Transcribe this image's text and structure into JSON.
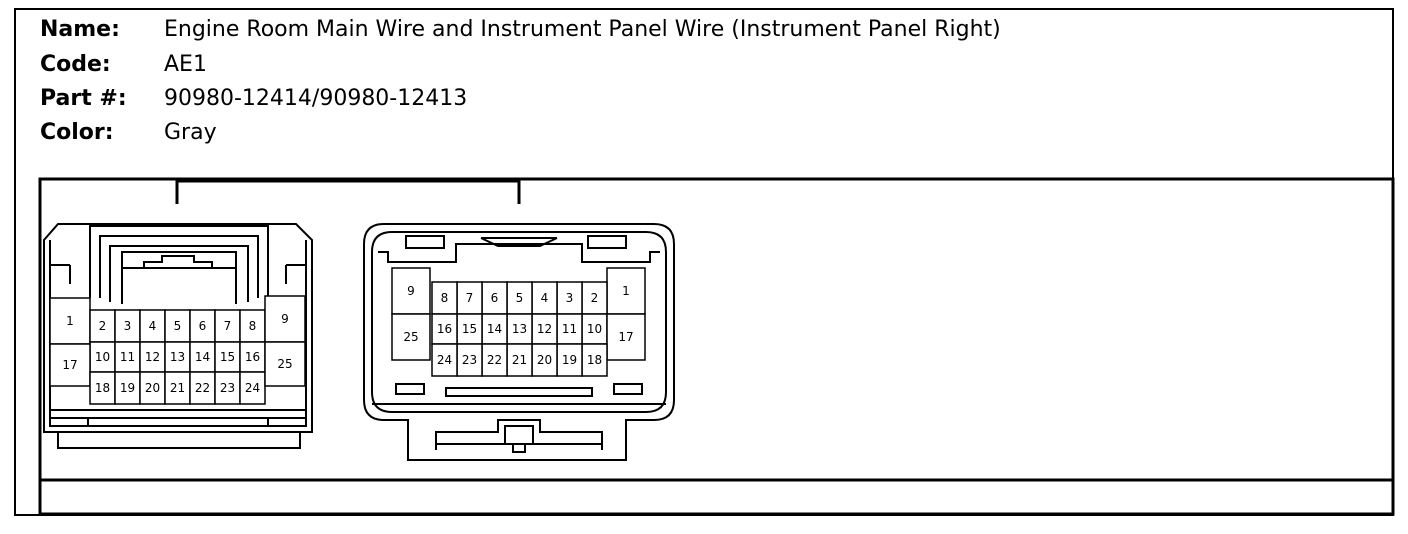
{
  "info": {
    "name_label": "Name:",
    "name_value": "Engine Room Main Wire and Instrument Panel Wire (Instrument Panel Right)",
    "code_label": "Code:",
    "code_value": "AE1",
    "part_label": "Part #:",
    "part_value": "90980-12414/90980-12413",
    "color_label": "Color:",
    "color_value": "Gray"
  },
  "connector_left": {
    "pins": [
      {
        "n": "1"
      },
      {
        "n": "2"
      },
      {
        "n": "3"
      },
      {
        "n": "4"
      },
      {
        "n": "5"
      },
      {
        "n": "6"
      },
      {
        "n": "7"
      },
      {
        "n": "8"
      },
      {
        "n": "9"
      },
      {
        "n": "10"
      },
      {
        "n": "11"
      },
      {
        "n": "12"
      },
      {
        "n": "13"
      },
      {
        "n": "14"
      },
      {
        "n": "15"
      },
      {
        "n": "16"
      },
      {
        "n": "17"
      },
      {
        "n": "18"
      },
      {
        "n": "19"
      },
      {
        "n": "20"
      },
      {
        "n": "21"
      },
      {
        "n": "22"
      },
      {
        "n": "23"
      },
      {
        "n": "24"
      },
      {
        "n": "25"
      }
    ]
  },
  "connector_right": {
    "pins": [
      {
        "n": "1"
      },
      {
        "n": "2"
      },
      {
        "n": "3"
      },
      {
        "n": "4"
      },
      {
        "n": "5"
      },
      {
        "n": "6"
      },
      {
        "n": "7"
      },
      {
        "n": "8"
      },
      {
        "n": "9"
      },
      {
        "n": "10"
      },
      {
        "n": "11"
      },
      {
        "n": "12"
      },
      {
        "n": "13"
      },
      {
        "n": "14"
      },
      {
        "n": "15"
      },
      {
        "n": "16"
      },
      {
        "n": "17"
      },
      {
        "n": "18"
      },
      {
        "n": "19"
      },
      {
        "n": "20"
      },
      {
        "n": "21"
      },
      {
        "n": "22"
      },
      {
        "n": "23"
      },
      {
        "n": "24"
      },
      {
        "n": "25"
      }
    ]
  }
}
